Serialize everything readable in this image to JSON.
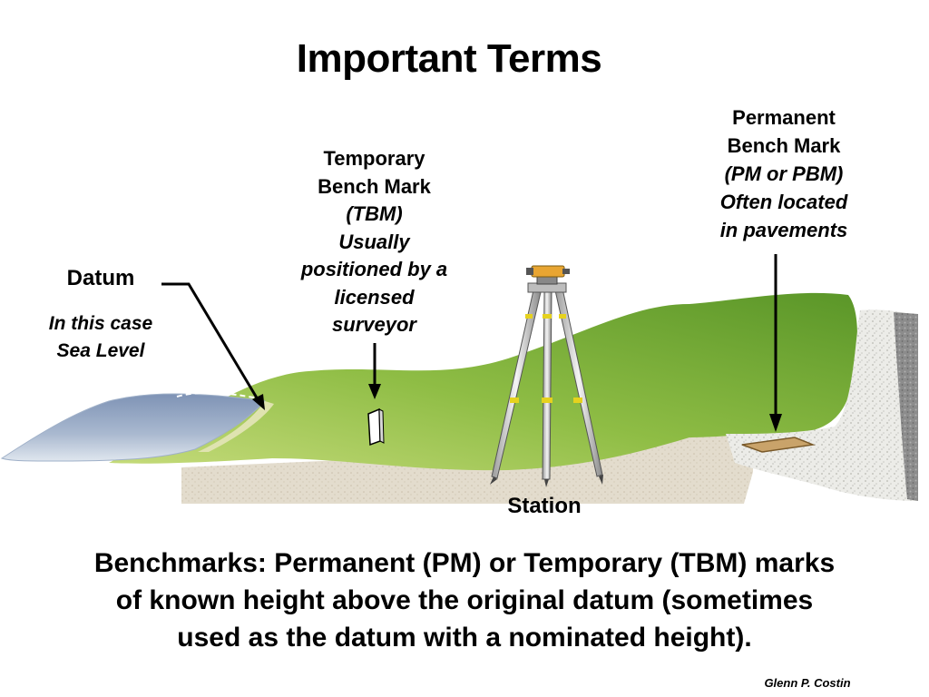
{
  "title": "Important Terms",
  "datum": {
    "heading": "Datum",
    "line1": "In this case",
    "line2": "Sea Level"
  },
  "tbm": {
    "line1": "Temporary",
    "line2": "Bench Mark",
    "abbr": "(TBM)",
    "note1": "Usually",
    "note2": "positioned by a",
    "note3": "licensed",
    "note4": "surveyor"
  },
  "pbm": {
    "line1": "Permanent",
    "line2": "Bench Mark",
    "abbr": "(PM or PBM)",
    "note1": "Often located",
    "note2": "in pavements"
  },
  "station": "Station",
  "caption": {
    "line1": "Benchmarks: Permanent (PM) or Temporary (TBM) marks",
    "line2": "of known height above the original datum (sometimes",
    "line3": "used as the datum with a nominated height)."
  },
  "credit": "Glenn P. Costin",
  "colors": {
    "grass_light": "#b9d36a",
    "grass_dark": "#5e9a2a",
    "water": "#8ea3c2",
    "pavement": "#e8e8e4",
    "gravel": "#8a8a8a",
    "soil": "#ddd5c4",
    "tripod_yellow": "#e6d21e",
    "instrument_orange": "#e8a532"
  }
}
